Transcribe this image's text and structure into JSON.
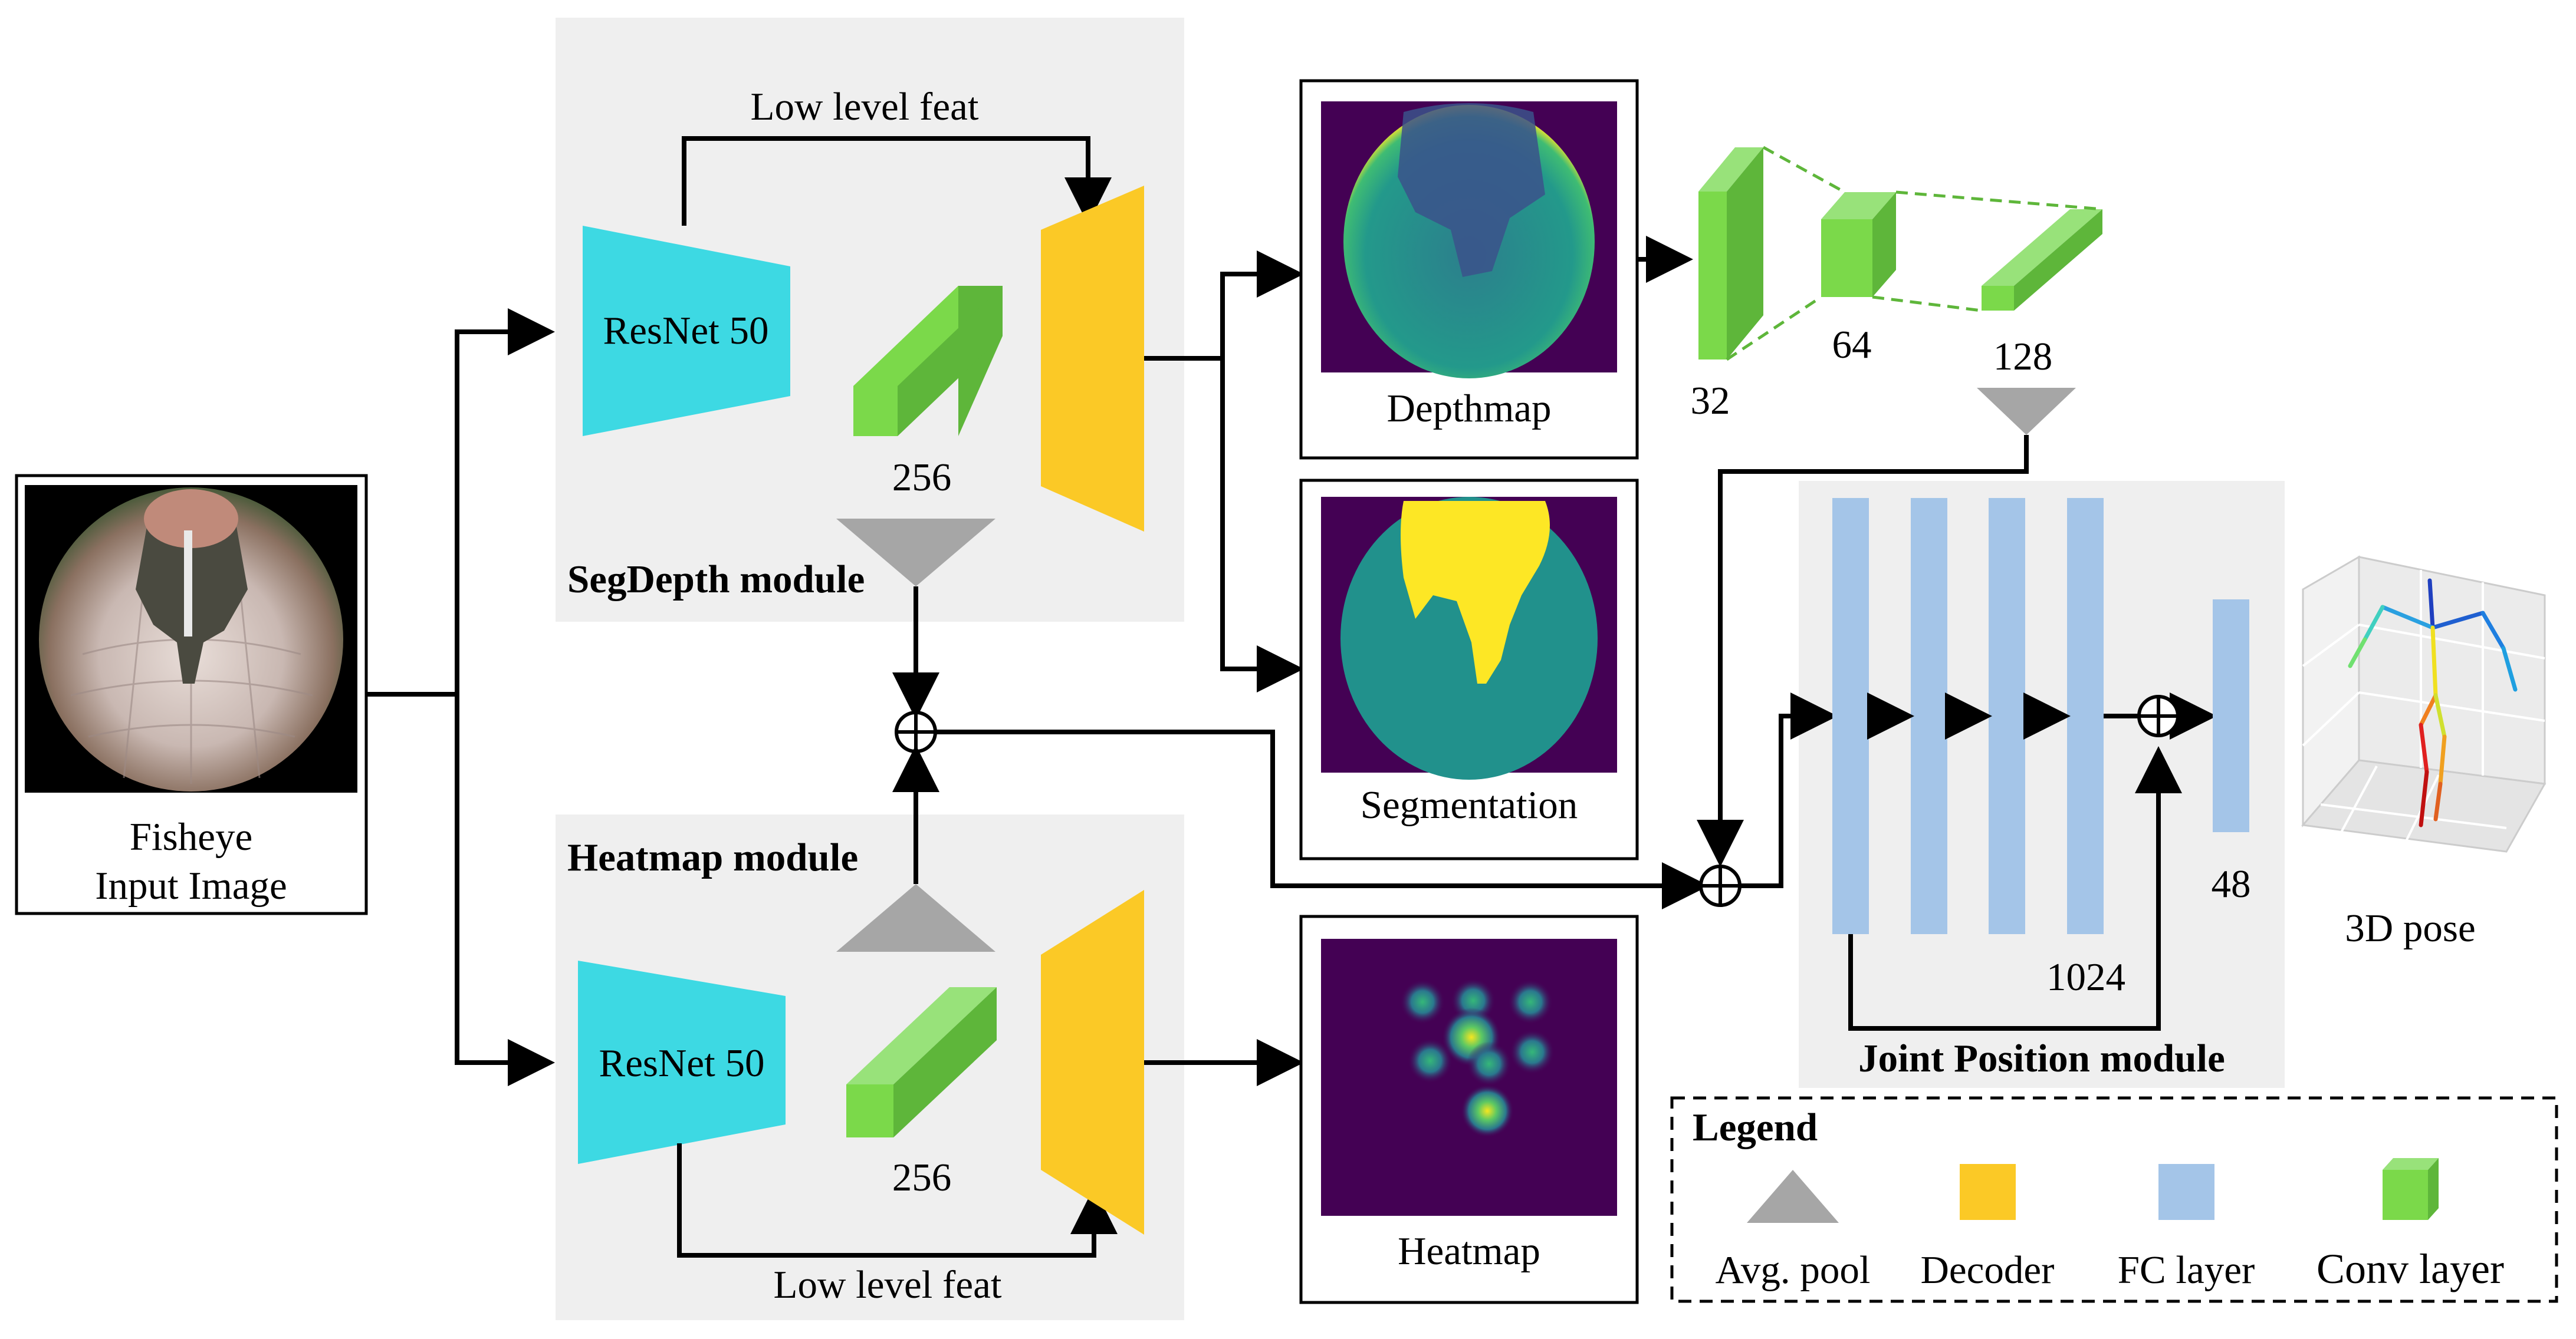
{
  "input": {
    "caption_line1": "Fisheye",
    "caption_line2": "Input Image"
  },
  "segdepth": {
    "title": "SegDepth module",
    "encoder": "ResNet 50",
    "skip_label": "Low level feat",
    "feature_dim": "256"
  },
  "heatmap_module": {
    "title": "Heatmap module",
    "encoder": "ResNet 50",
    "skip_label": "Low level feat",
    "feature_dim": "256"
  },
  "outputs": {
    "depthmap": "Depthmap",
    "segmentation": "Segmentation",
    "heatmap": "Heatmap"
  },
  "conv_stack": {
    "dims": [
      "32",
      "64",
      "128"
    ]
  },
  "joint_module": {
    "title": "Joint Position module",
    "fc_dim": "1024",
    "out_dim": "48",
    "pose_caption": "3D pose"
  },
  "legend": {
    "title": "Legend",
    "avg_pool": "Avg. pool",
    "decoder": "Decoder",
    "fc_layer": "FC layer",
    "conv_layer": "Conv layer"
  },
  "colors": {
    "encoder": "#3dd9e3",
    "decoder": "#fbc926",
    "fc": "#a4c5e8",
    "conv": "#7bd94a",
    "pool": "#a6a6a6",
    "panel": "#efefef"
  }
}
